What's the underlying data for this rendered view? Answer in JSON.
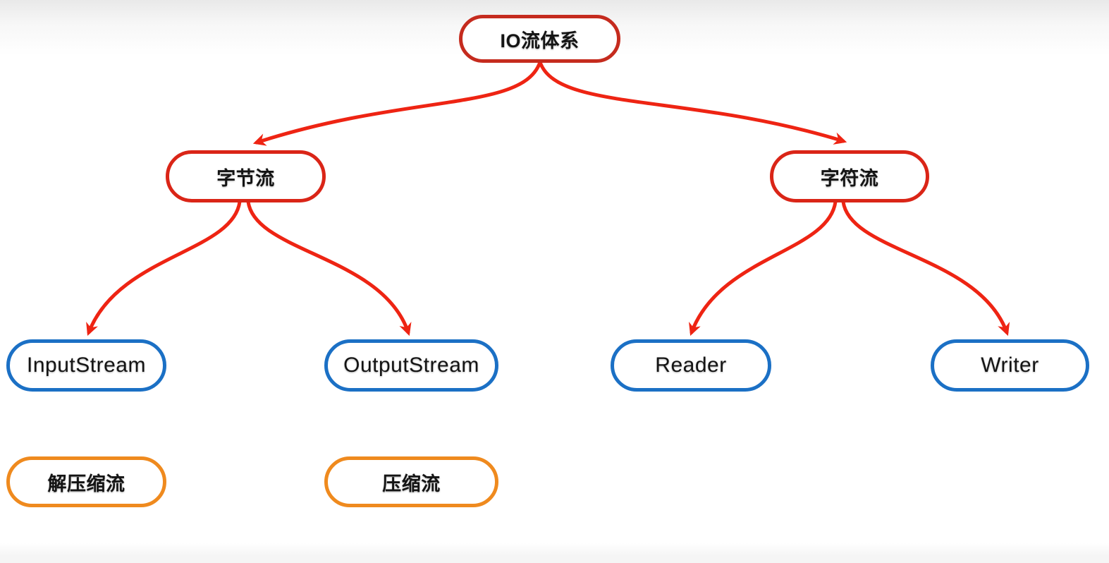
{
  "diagram": {
    "title": "IO流体系",
    "colors": {
      "root_border": "#c52b1e",
      "branch_border": "#da2517",
      "leaf_border": "#1b70c5",
      "extra_border": "#ef8a1e",
      "arrow": "#ee2413",
      "node_fill": "#ffffff",
      "text": "#141414",
      "bg_top": "#e9e9e9",
      "bg_main": "#ffffff",
      "bg_bottom": "#f5f5f5"
    },
    "nodes": [
      {
        "id": "io-stream-system",
        "label": "IO流体系",
        "level": "root"
      },
      {
        "id": "byte-stream",
        "label": "字节流",
        "level": "branch"
      },
      {
        "id": "char-stream",
        "label": "字符流",
        "level": "branch"
      },
      {
        "id": "input-stream",
        "label": "InputStream",
        "level": "leaf"
      },
      {
        "id": "output-stream",
        "label": "OutputStream",
        "level": "leaf"
      },
      {
        "id": "reader",
        "label": "Reader",
        "level": "leaf"
      },
      {
        "id": "writer",
        "label": "Writer",
        "level": "leaf"
      },
      {
        "id": "decompression-stream",
        "label": "解压缩流",
        "level": "extra"
      },
      {
        "id": "compression-stream",
        "label": "压缩流",
        "level": "extra"
      }
    ],
    "edges": [
      {
        "from": "IO流体系",
        "to": "字节流"
      },
      {
        "from": "IO流体系",
        "to": "字符流"
      },
      {
        "from": "字节流",
        "to": "InputStream"
      },
      {
        "from": "字节流",
        "to": "OutputStream"
      },
      {
        "from": "字符流",
        "to": "Reader"
      },
      {
        "from": "字符流",
        "to": "Writer"
      }
    ]
  }
}
